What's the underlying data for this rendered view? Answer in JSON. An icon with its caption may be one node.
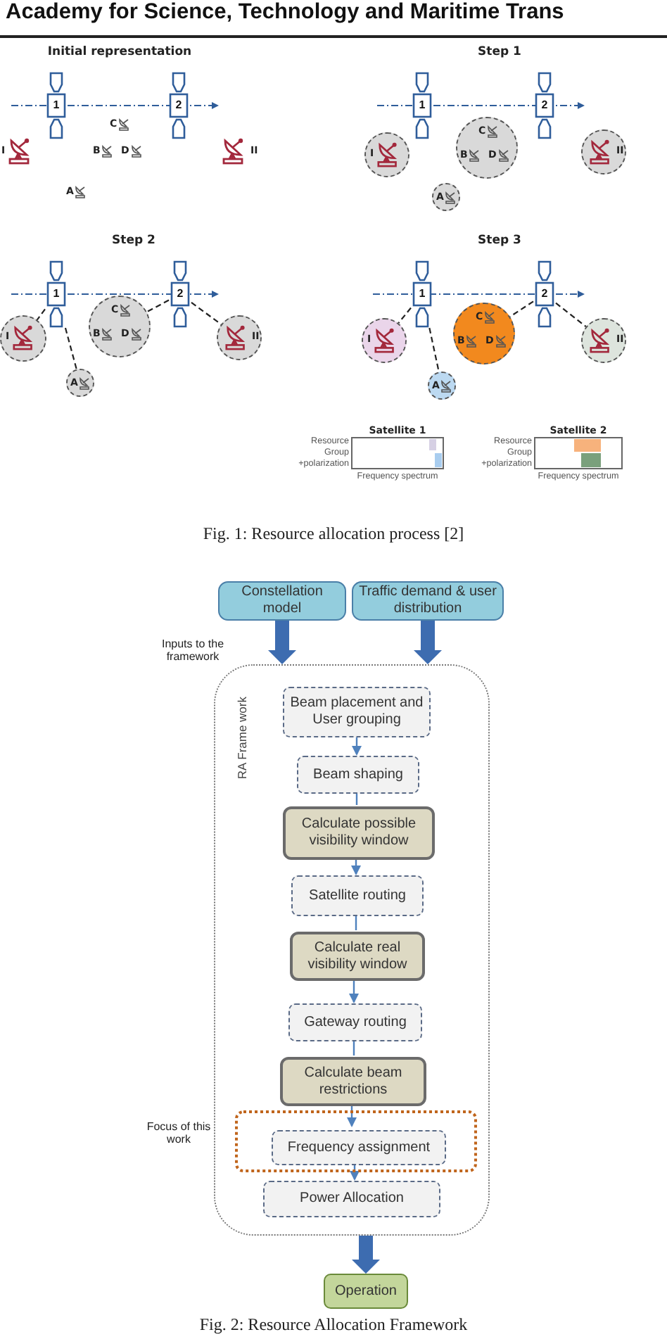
{
  "diagram": {
    "nodes": [
      {
        "text": [
          "1"
        ]
      },
      {
        "text": [
          "2"
        ]
      },
      {
        "text": [
          "I"
        ]
      },
      {
        "text": [
          "II"
        ]
      },
      {
        "text": [
          "C"
        ]
      },
      {
        "text": [
          "B"
        ]
      },
      {
        "text": [
          "D"
        ]
      },
      {
        "text": [
          "A"
        ]
      },
      {
        "text": [
          "1"
        ]
      },
      {
        "text": [
          "2"
        ]
      },
      {
        "text": [
          "I"
        ]
      },
      {
        "text": [
          "C",
          "B",
          "D"
        ]
      },
      {
        "text": [
          "A"
        ]
      },
      {
        "text": [
          "II"
        ]
      },
      {
        "text": [
          "1"
        ]
      },
      {
        "text": [
          "2"
        ]
      },
      {
        "text": [
          "I"
        ]
      },
      {
        "text": [
          "A"
        ]
      },
      {
        "text": [
          "C",
          "B",
          "D"
        ]
      },
      {
        "text": [
          "II"
        ]
      },
      {
        "text": [
          "1"
        ]
      },
      {
        "text": [
          "2"
        ]
      },
      {
        "text": [
          "I"
        ]
      },
      {
        "text": [
          "C",
          "B",
          "D"
        ]
      },
      {
        "text": [
          "A"
        ]
      },
      {
        "text": [
          "II"
        ]
      },
      {
        "text": [
          "Constellation model"
        ]
      },
      {
        "text": [
          "Traffic demand & user distribution"
        ]
      },
      {
        "text": [
          "RA Frame work"
        ]
      },
      {
        "text": [
          "Beam placement and User grouping"
        ],
        "in": 28
      },
      {
        "text": [
          "Beam shaping"
        ],
        "in": 28
      },
      {
        "text": [
          "Calculate possible visibility window"
        ],
        "in": 28
      },
      {
        "text": [
          "Satellite routing"
        ],
        "in": 28
      },
      {
        "text": [
          "Calculate real visibility window"
        ],
        "in": 28
      },
      {
        "text": [
          "Gateway routing"
        ],
        "in": 28
      },
      {
        "text": [
          "Calculate beam restrictions"
        ],
        "in": 28
      },
      {
        "text": [],
        "shape": "box",
        "in": 28,
        "beside": [
          "Focus of this work"
        ]
      },
      {
        "text": [
          "Frequency assignment"
        ],
        "in": 36
      },
      {
        "text": [
          "Power Allocation"
        ],
        "in": 28
      },
      {
        "text": [
          "Operation"
        ]
      }
    ],
    "edges": [
      {
        "from": 14,
        "to": 16,
        "arrow": "none",
        "style": "dashed",
        "color": "#222222"
      },
      {
        "from": 14,
        "to": 17,
        "arrow": "none",
        "style": "dashed",
        "color": "#222222"
      },
      {
        "from": 15,
        "to": 18,
        "arrow": "none",
        "style": "dashed",
        "color": "#222222"
      },
      {
        "from": 15,
        "to": 19,
        "arrow": "none",
        "style": "dashed",
        "color": "#222222"
      },
      {
        "from": 20,
        "to": 22,
        "arrow": "none",
        "style": "dashed",
        "color": "#222222"
      },
      {
        "from": 20,
        "to": 24,
        "arrow": "none",
        "style": "dashed",
        "color": "#222222"
      },
      {
        "from": 21,
        "to": 23,
        "arrow": "none",
        "style": "dashed",
        "color": "#222222"
      },
      {
        "from": 21,
        "to": 25,
        "arrow": "none",
        "style": "dashed",
        "color": "#222222"
      },
      {
        "from": 26,
        "to": 28,
        "arrow": "to",
        "style": "thick",
        "color": "#3d6cb0"
      },
      {
        "from": 27,
        "to": 28,
        "arrow": "to",
        "style": "thick",
        "color": "#3d6cb0"
      },
      {
        "from": 29,
        "to": 30,
        "arrow": "to",
        "color": "#4f81bd"
      },
      {
        "from": 30,
        "to": 31,
        "arrow": "none",
        "color": "#4f81bd"
      },
      {
        "from": 31,
        "to": 32,
        "arrow": "to",
        "color": "#4f81bd"
      },
      {
        "from": 32,
        "to": 33,
        "arrow": "none",
        "color": "#4f81bd"
      },
      {
        "from": 33,
        "to": 34,
        "arrow": "to",
        "color": "#4f81bd"
      },
      {
        "from": 34,
        "to": 35,
        "arrow": "none",
        "color": "#4f81bd"
      },
      {
        "from": 35,
        "to": 37,
        "arrow": "to",
        "color": "#4f81bd"
      },
      {
        "from": 37,
        "to": 38,
        "arrow": "to",
        "color": "#4f81bd"
      },
      {
        "from": 28,
        "to": 39,
        "arrow": "to",
        "style": "thick",
        "color": "#3d6cb0"
      }
    ],
    "labels": [
      "Academy for Science, Technology and Maritime Trans",
      "Initial representation",
      "Step 1",
      "Step 2",
      "Step 3",
      "Satellite 1",
      "Resource",
      "Group",
      "+polarization",
      "Frequency spectrum",
      "Satellite 2",
      "Resource",
      "Group",
      "+polarization",
      "Frequency spectrum",
      "Fig. 1: Resource allocation process [2]",
      "Inputs to the framework",
      "Fig. 2: Resource Allocation Framework"
    ]
  }
}
